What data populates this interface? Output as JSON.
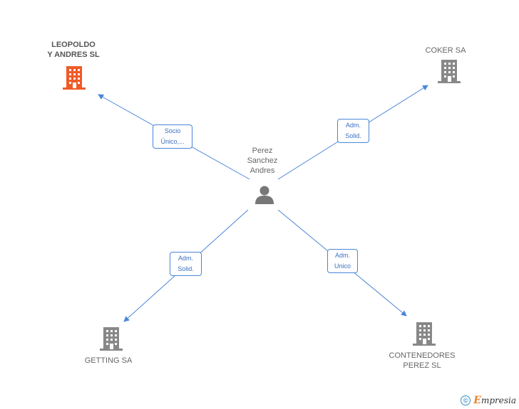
{
  "center": {
    "name": "Perez\nSanchez\nAndres",
    "icon": "person-icon"
  },
  "companies": [
    {
      "id": "leopoldo",
      "name": "LEOPOLDO\nY ANDRES SL",
      "icon": "building-icon",
      "color": "#f05a28",
      "highlighted": true
    },
    {
      "id": "coker",
      "name": "COKER SA",
      "icon": "building-icon",
      "color": "#888888",
      "highlighted": false
    },
    {
      "id": "getting",
      "name": "GETTING SA",
      "icon": "building-icon",
      "color": "#888888",
      "highlighted": false
    },
    {
      "id": "contenedores",
      "name": "CONTENEDORES\nPEREZ SL",
      "icon": "building-icon",
      "color": "#888888",
      "highlighted": false
    }
  ],
  "relations": [
    {
      "to": "leopoldo",
      "label": "Socio\nÚnico,..."
    },
    {
      "to": "coker",
      "label": "Adm.\nSolid."
    },
    {
      "to": "getting",
      "label": "Adm.\nSolid."
    },
    {
      "to": "contenedores",
      "label": "Adm.\nUnico"
    }
  ],
  "footer": {
    "copyright_symbol": "©",
    "brand_first": "E",
    "brand_rest": "mpresia"
  },
  "colors": {
    "edge": "#4a86d9",
    "person": "#777777"
  }
}
